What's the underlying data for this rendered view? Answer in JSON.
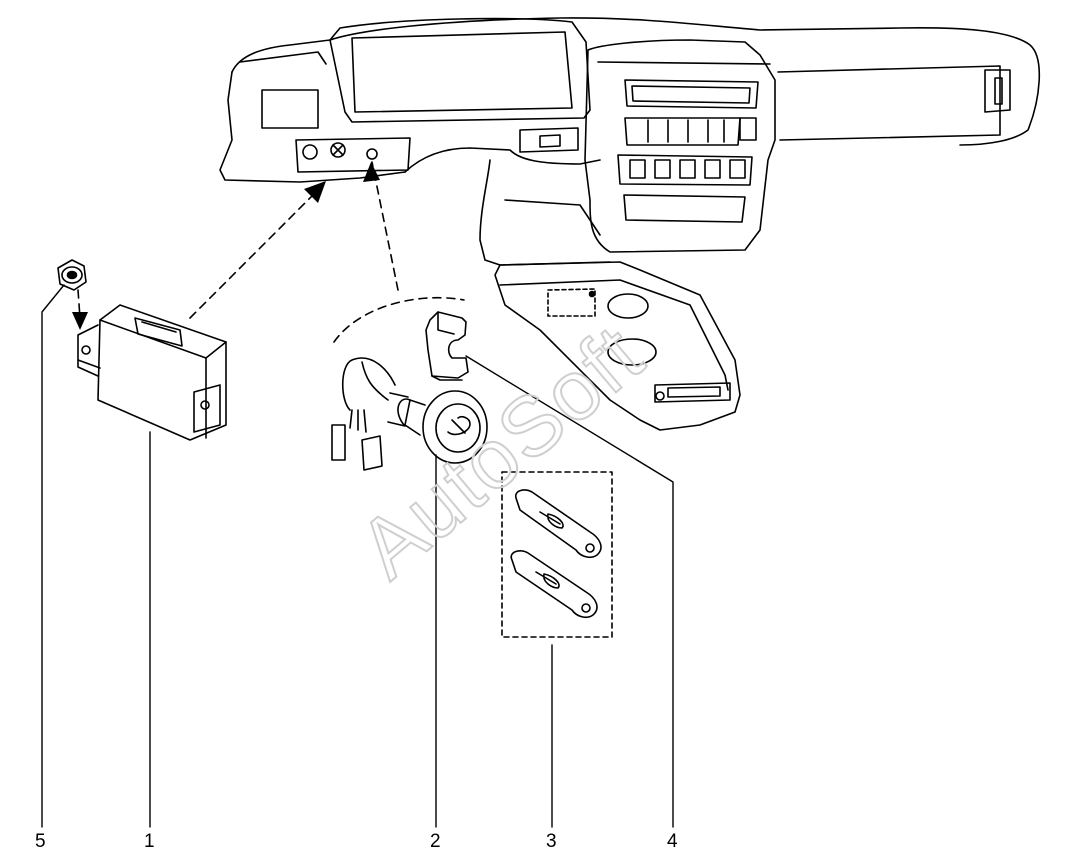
{
  "callouts": [
    "5",
    "1",
    "2",
    "3",
    "4"
  ],
  "watermark": "AutoSoft",
  "colors": {
    "line": "#000000",
    "watermark": "#cfcfcf",
    "background": "#ffffff"
  }
}
